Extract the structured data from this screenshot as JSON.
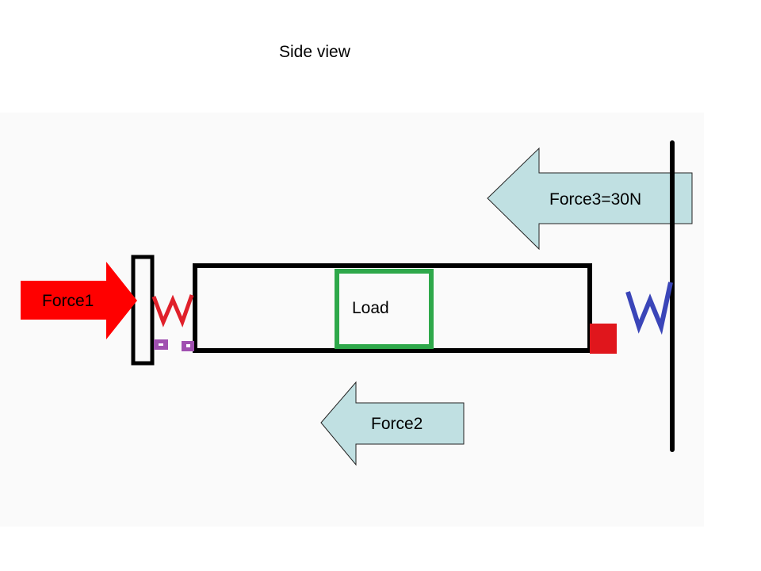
{
  "title": "Side view",
  "labels": {
    "force1": "Force1",
    "force2": "Force2",
    "force3": "Force3=30N",
    "load": "Load"
  },
  "colors": {
    "force1_arrow": "#ff0000",
    "force_arrow_fill": "#c0e0e2",
    "load_box_outline": "#2ea84a",
    "left_spring": "#e0202a",
    "right_spring": "#3a45b8",
    "stop_block": "#e0161c",
    "small_markers": "#a050b0",
    "panel_background": "#fafafa"
  }
}
